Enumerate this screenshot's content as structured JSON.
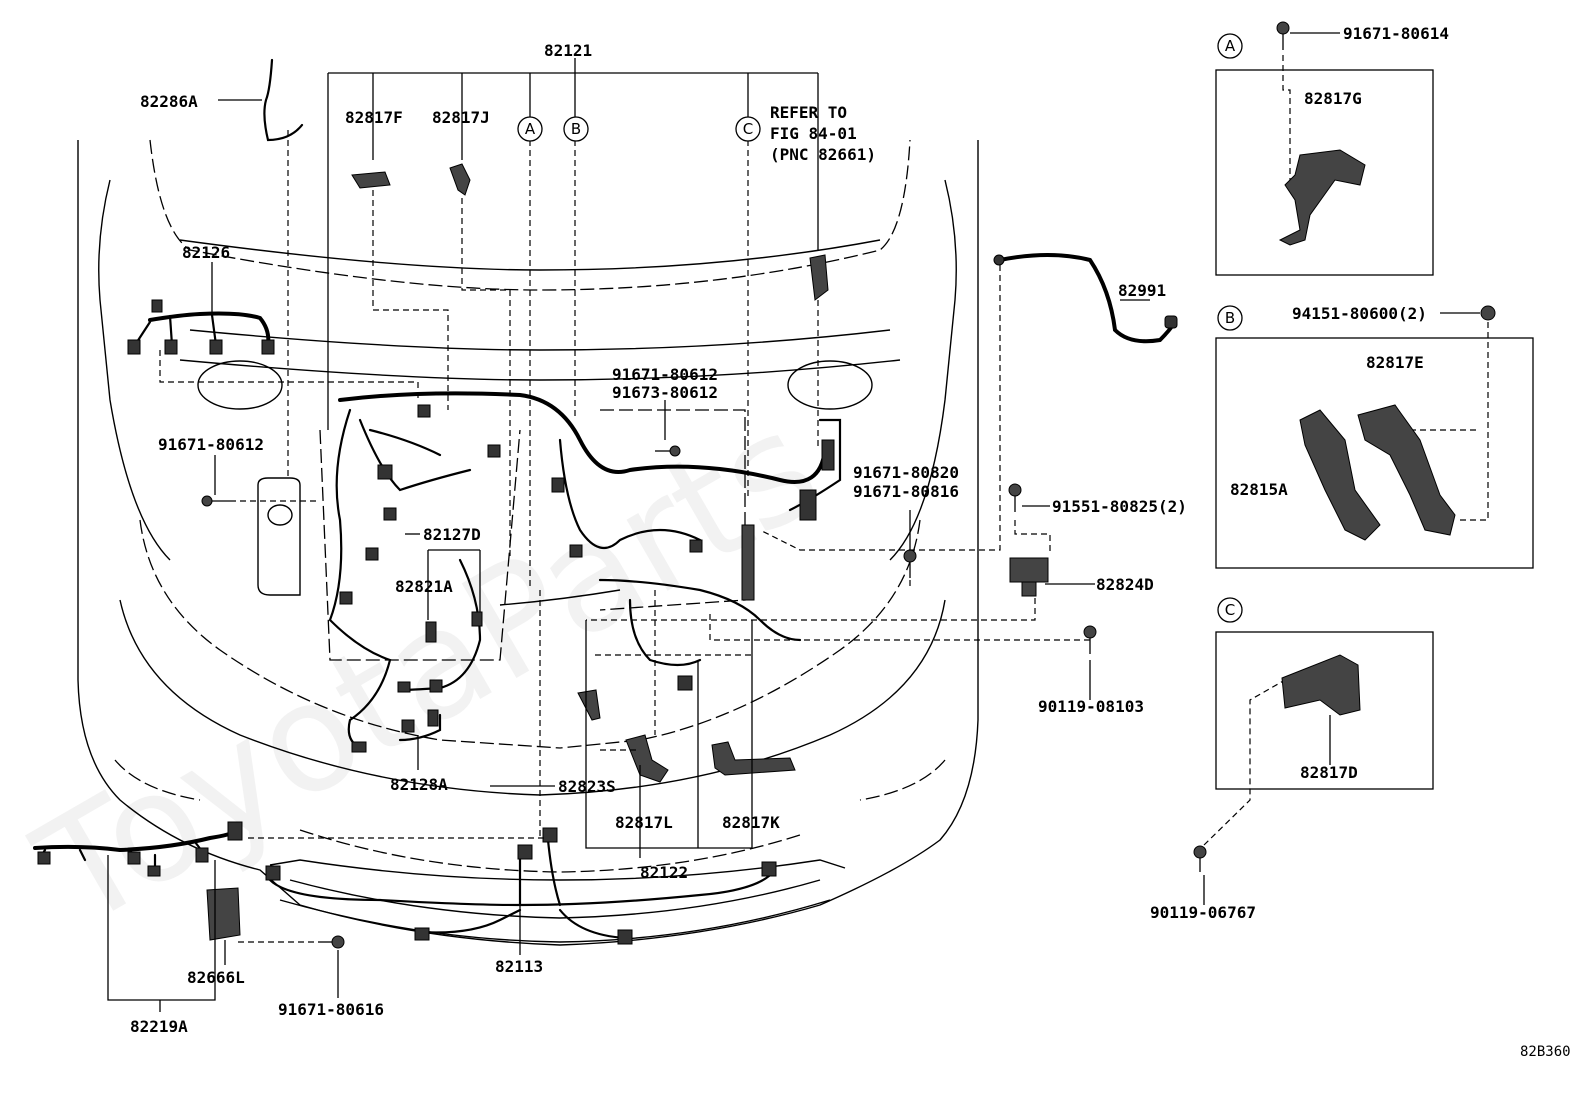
{
  "diagram": {
    "code": "82B360",
    "watermark": "ToyotaParts",
    "refer_note": [
      "REFER TO",
      "FIG 84-01",
      "(PNC 82661)"
    ],
    "detail_markers": [
      "A",
      "B",
      "C"
    ],
    "main_labels": {
      "l82121": "82121",
      "l82286A": "82286A",
      "l82817F": "82817F",
      "l82817J": "82817J",
      "l82126": "82126",
      "l82991": "82991",
      "l91671_80612_left": "91671-80612",
      "l91671_80612_mid": "91671-80612",
      "l91673_80612": "91673-80612",
      "l91671_80820": "91671-80820",
      "l91671_80816": "91671-80816",
      "l91551_80825": "91551-80825(2)",
      "l82127D": "82127D",
      "l82821A": "82821A",
      "l82824D": "82824D",
      "l90119_08103": "90119-08103",
      "l82128A": "82128A",
      "l82823S": "82823S",
      "l82817L": "82817L",
      "l82817K": "82817K",
      "l82122": "82122",
      "l82113": "82113",
      "l82666L": "82666L",
      "l91671_80616": "91671-80616",
      "l82219A": "82219A"
    },
    "detail_a": {
      "marker": "A",
      "bolt": "91671-80614",
      "part": "82817G"
    },
    "detail_b": {
      "marker": "B",
      "clip": "94151-80600(2)",
      "part1": "82817E",
      "part2": "82815A"
    },
    "detail_c": {
      "marker": "C",
      "part": "82817D",
      "bolt": "90119-06767"
    }
  }
}
